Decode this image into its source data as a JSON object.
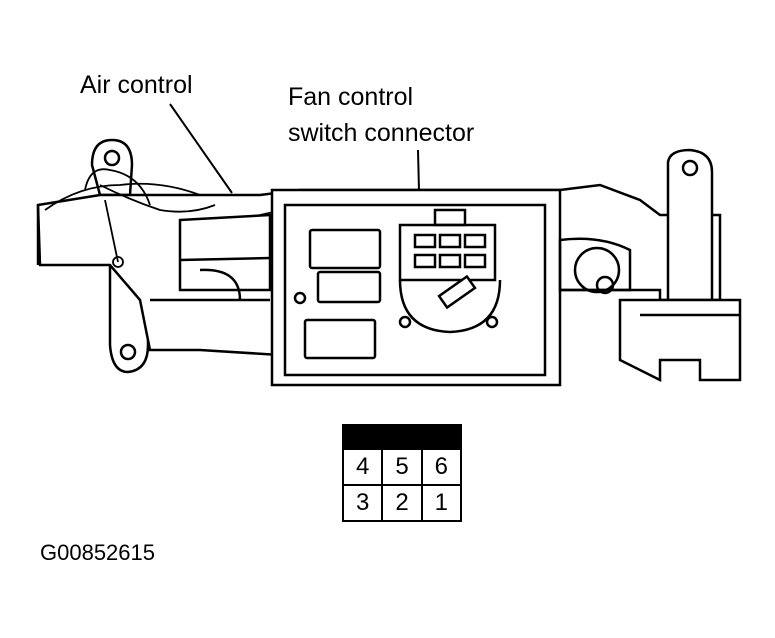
{
  "labels": {
    "air_control": "Air control",
    "fan_line1": "Fan control",
    "fan_line2": "switch connector"
  },
  "figure_id": "G00852615",
  "connector": {
    "top_row": [
      "4",
      "5",
      "6"
    ],
    "bottom_row": [
      "3",
      "2",
      "1"
    ]
  }
}
